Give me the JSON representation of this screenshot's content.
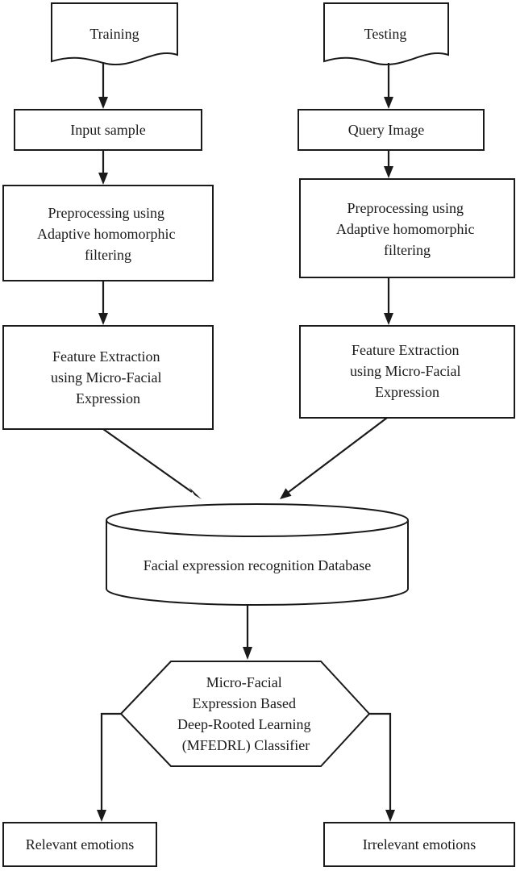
{
  "nodes": {
    "training": "Training",
    "testing": "Testing",
    "input_sample": "Input sample",
    "query_image": "Query Image",
    "preprocess_left": [
      "Preprocessing using",
      "Adaptive homomorphic",
      "filtering"
    ],
    "preprocess_right": [
      "Preprocessing using",
      "Adaptive homomorphic",
      "filtering"
    ],
    "feature_left": [
      "Feature Extraction",
      "using Micro-Facial",
      "Expression"
    ],
    "feature_right": [
      "Feature Extraction",
      "using Micro-Facial",
      "Expression"
    ],
    "database": "Facial expression recognition Database",
    "classifier": [
      "Micro-Facial",
      "Expression Based",
      "Deep-Rooted Learning",
      "(MFEDRL) Classifier"
    ],
    "relevant": "Relevant emotions",
    "irrelevant": "Irrelevant emotions"
  },
  "colors": {
    "stroke": "#1a1a1a",
    "fill": "#ffffff"
  }
}
